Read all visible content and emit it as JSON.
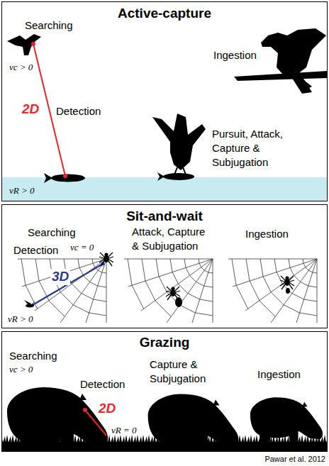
{
  "diagram": {
    "caption": "Pawar et al. 2012",
    "nodes": [
      {
        "text": [
          "Active-capture",
          "Searching",
          "vc > 0",
          "Ingestion",
          "2D",
          "Detection",
          "Pursuit, Attack, Capture & Subjugation",
          "vR > 0"
        ]
      },
      {
        "text": [
          "Sit-and-wait",
          "Searching",
          "Attack, Capture & Subjugation",
          "Ingestion",
          "vc = 0",
          "Detection",
          "3D",
          "vR > 0"
        ]
      },
      {
        "text": [
          "Grazing",
          "Searching",
          "vc > 0",
          "Capture & Subjugation",
          "Ingestion",
          "Detection",
          "2D",
          "vR = 0"
        ]
      }
    ]
  }
}
